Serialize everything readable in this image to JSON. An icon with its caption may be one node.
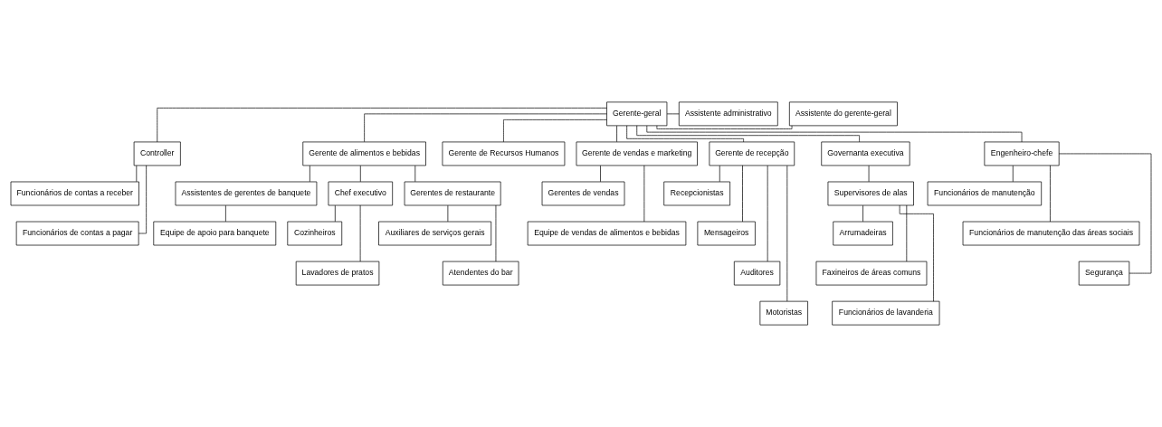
{
  "diagram": {
    "nodes": [
      {
        "text": [
          "Gerente-geral"
        ]
      },
      {
        "text": [
          "Assistente administrativo"
        ]
      },
      {
        "text": [
          "Assistente do gerente-geral"
        ]
      },
      {
        "text": [
          "Controller"
        ]
      },
      {
        "text": [
          "Funcionários de contas a receber"
        ]
      },
      {
        "text": [
          "Funcionários de contas a pagar"
        ]
      },
      {
        "text": [
          "Gerente de alimentos e bebidas"
        ]
      },
      {
        "text": [
          "Assistentes de gerentes de banquete"
        ]
      },
      {
        "text": [
          "Equipe de apoio para banquete"
        ]
      },
      {
        "text": [
          "Chef executivo"
        ]
      },
      {
        "text": [
          "Cozinheiros"
        ]
      },
      {
        "text": [
          "Lavadores de pratos"
        ]
      },
      {
        "text": [
          "Gerentes de restaurante"
        ]
      },
      {
        "text": [
          "Auxiliares de serviços gerais"
        ]
      },
      {
        "text": [
          "Atendentes do bar"
        ]
      },
      {
        "text": [
          "Gerente de Recursos Humanos"
        ]
      },
      {
        "text": [
          "Gerente de vendas e marketing"
        ]
      },
      {
        "text": [
          "Gerentes de vendas"
        ]
      },
      {
        "text": [
          "Equipe de vendas de alimentos e bebidas"
        ]
      },
      {
        "text": [
          "Gerente de recepção"
        ]
      },
      {
        "text": [
          "Recepcionistas"
        ]
      },
      {
        "text": [
          "Mensageiros"
        ]
      },
      {
        "text": [
          "Auditores"
        ]
      },
      {
        "text": [
          "Motoristas"
        ]
      },
      {
        "text": [
          "Governanta executiva"
        ]
      },
      {
        "text": [
          "Supervisores de alas"
        ]
      },
      {
        "text": [
          "Arrumadeiras"
        ]
      },
      {
        "text": [
          "Faxineiros de áreas comuns"
        ]
      },
      {
        "text": [
          "Funcionários de lavanderia"
        ]
      },
      {
        "text": [
          "Engenheiro-chefe"
        ]
      },
      {
        "text": [
          "Funcionários de manutenção"
        ]
      },
      {
        "text": [
          "Funcionários de manutenção das áreas sociais"
        ]
      },
      {
        "text": [
          "Segurança"
        ]
      }
    ],
    "edges": [
      {
        "from": 0,
        "to": 1,
        "arrow": "none"
      },
      {
        "from": 0,
        "to": 2,
        "arrow": "none"
      },
      {
        "from": 0,
        "to": 3,
        "arrow": "none"
      },
      {
        "from": 0,
        "to": 6,
        "arrow": "none"
      },
      {
        "from": 0,
        "to": 15,
        "arrow": "none"
      },
      {
        "from": 0,
        "to": 16,
        "arrow": "none"
      },
      {
        "from": 0,
        "to": 19,
        "arrow": "none"
      },
      {
        "from": 0,
        "to": 24,
        "arrow": "none"
      },
      {
        "from": 0,
        "to": 29,
        "arrow": "none"
      },
      {
        "from": 3,
        "to": 4,
        "arrow": "none"
      },
      {
        "from": 3,
        "to": 5,
        "arrow": "none"
      },
      {
        "from": 6,
        "to": 7,
        "arrow": "none"
      },
      {
        "from": 6,
        "to": 9,
        "arrow": "none"
      },
      {
        "from": 6,
        "to": 12,
        "arrow": "none"
      },
      {
        "from": 7,
        "to": 8,
        "arrow": "none"
      },
      {
        "from": 9,
        "to": 10,
        "arrow": "none"
      },
      {
        "from": 9,
        "to": 11,
        "arrow": "none"
      },
      {
        "from": 12,
        "to": 13,
        "arrow": "none"
      },
      {
        "from": 12,
        "to": 14,
        "arrow": "none"
      },
      {
        "from": 16,
        "to": 17,
        "arrow": "none"
      },
      {
        "from": 16,
        "to": 18,
        "arrow": "none"
      },
      {
        "from": 19,
        "to": 20,
        "arrow": "none"
      },
      {
        "from": 19,
        "to": 21,
        "arrow": "none"
      },
      {
        "from": 19,
        "to": 22,
        "arrow": "none"
      },
      {
        "from": 19,
        "to": 23,
        "arrow": "none"
      },
      {
        "from": 24,
        "to": 25,
        "arrow": "none"
      },
      {
        "from": 25,
        "to": 26,
        "arrow": "none"
      },
      {
        "from": 25,
        "to": 27,
        "arrow": "none"
      },
      {
        "from": 25,
        "to": 28,
        "arrow": "none"
      },
      {
        "from": 29,
        "to": 30,
        "arrow": "none"
      },
      {
        "from": 29,
        "to": 31,
        "arrow": "none"
      },
      {
        "from": 29,
        "to": 32,
        "arrow": "none"
      }
    ]
  }
}
